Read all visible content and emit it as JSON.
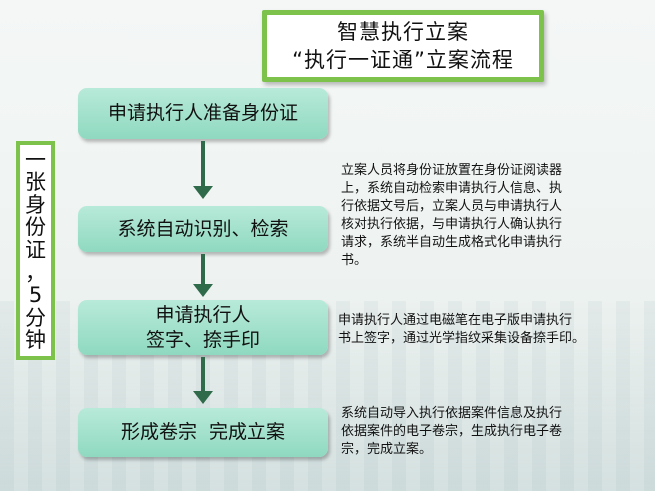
{
  "title": {
    "line1": "智慧执行立案",
    "line2": "“执行一证通”立案流程"
  },
  "side_label": [
    "一",
    "张",
    "身",
    "份",
    "证",
    "，",
    "5",
    "分",
    "钟"
  ],
  "steps": [
    {
      "lines": [
        "申请执行人准备身份证"
      ]
    },
    {
      "lines": [
        "系统自动识别、检索"
      ]
    },
    {
      "lines": [
        "申请执行人",
        "签字、捺手印"
      ]
    },
    {
      "lines": [
        "形成卷宗  完成立案"
      ]
    }
  ],
  "descriptions": [
    {
      "lines": [
        "立案人员将身份证放置在身份证阅读器",
        "上，系统自动检索申请执行人信息、执",
        "行依据文号后，立案人员与申请执行人",
        "核对执行依据，与申请执行人确认执行",
        "请求，系统半自动生成格式化申请执行",
        "书。"
      ]
    },
    {
      "lines": [
        "申请执行人通过电磁笔在电子版申请执行",
        "书上签字，通过光学指纹采集设备捺手印。"
      ]
    },
    {
      "lines": [
        "系统自动导入执行依据案件信息及执行",
        "依据案件的电子卷宗，生成执行电子卷",
        "宗，完成立案。"
      ]
    }
  ],
  "colors": {
    "accent_green": "#7dc24a",
    "step_fill": "#9ee0c9",
    "arrow": "#2f6a4a"
  }
}
